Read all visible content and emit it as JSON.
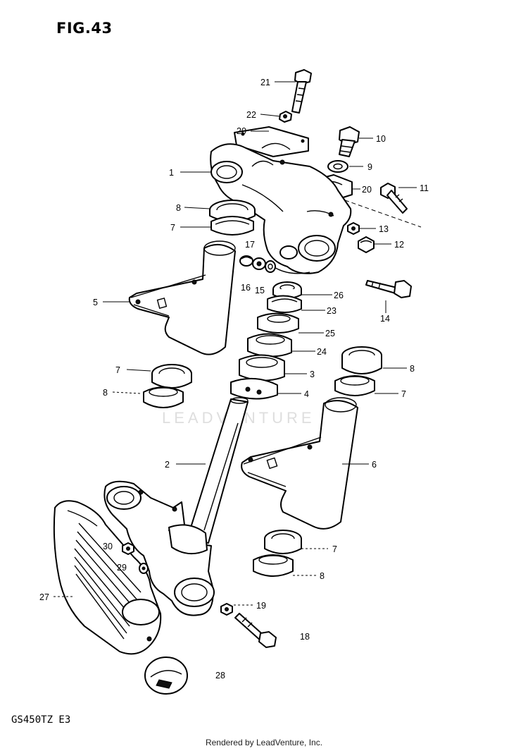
{
  "figure": {
    "title": "FIG.43",
    "model_code": "GS450TZ  E3",
    "watermark": "LEADVENTURE",
    "footer": "Rendered by LeadVenture, Inc."
  },
  "callouts": [
    {
      "id": "c21a",
      "label": "21"
    },
    {
      "id": "c22",
      "label": "22"
    },
    {
      "id": "c20a",
      "label": "20"
    },
    {
      "id": "c10",
      "label": "10"
    },
    {
      "id": "c9",
      "label": "9"
    },
    {
      "id": "c1",
      "label": "1"
    },
    {
      "id": "c20b",
      "label": "20"
    },
    {
      "id": "c11",
      "label": "11"
    },
    {
      "id": "c8a",
      "label": "8"
    },
    {
      "id": "c7a",
      "label": "7"
    },
    {
      "id": "c13",
      "label": "13"
    },
    {
      "id": "c17",
      "label": "17"
    },
    {
      "id": "c12",
      "label": "12"
    },
    {
      "id": "c16",
      "label": "16"
    },
    {
      "id": "c15",
      "label": "15"
    },
    {
      "id": "c26",
      "label": "26"
    },
    {
      "id": "c5",
      "label": "5"
    },
    {
      "id": "c14",
      "label": "14"
    },
    {
      "id": "c23",
      "label": "23"
    },
    {
      "id": "c25",
      "label": "25"
    },
    {
      "id": "c24",
      "label": "24"
    },
    {
      "id": "c7b",
      "label": "7"
    },
    {
      "id": "c8b",
      "label": "8"
    },
    {
      "id": "c3",
      "label": "3"
    },
    {
      "id": "c8c",
      "label": "8"
    },
    {
      "id": "c4",
      "label": "4"
    },
    {
      "id": "c7c",
      "label": "7"
    },
    {
      "id": "c2",
      "label": "2"
    },
    {
      "id": "c6",
      "label": "6"
    },
    {
      "id": "c30",
      "label": "30"
    },
    {
      "id": "c7d",
      "label": "7"
    },
    {
      "id": "c29",
      "label": "29"
    },
    {
      "id": "c8d",
      "label": "8"
    },
    {
      "id": "c27",
      "label": "27"
    },
    {
      "id": "c19",
      "label": "19"
    },
    {
      "id": "c18",
      "label": "18"
    },
    {
      "id": "c28",
      "label": "28"
    }
  ]
}
